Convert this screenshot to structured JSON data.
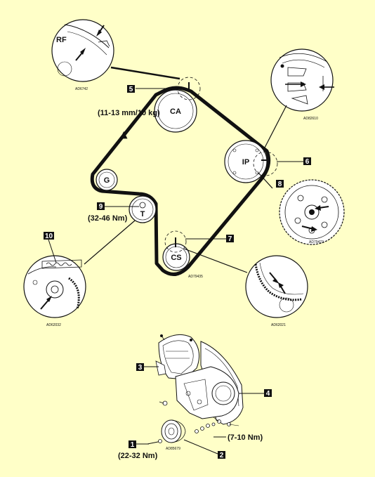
{
  "pulleys": {
    "camshaft": "CA",
    "injection_pump": "IP",
    "idler": "G",
    "tensioner": "T",
    "crankshaft": "CS"
  },
  "callouts": {
    "c1": "1",
    "c2": "2",
    "c3": "3",
    "c4": "4",
    "c5": "5",
    "c6": "6",
    "c7": "7",
    "c8": "8",
    "c9": "9",
    "c10": "10"
  },
  "torques": {
    "belt_deflection": "(11-13 mm/10 kg)",
    "tensioner_bolt": "(32-46 Nm)",
    "crank_bolt": "(22-32 Nm)",
    "cover_bolts": "(7-10 Nm)"
  },
  "marks": {
    "rf": "RF"
  },
  "codes": {
    "detail_camshaft": "AD6742",
    "detail_injection_pump": "AD82610",
    "detail_pump_gear": "AD79423",
    "detail_tensioner": "AD62032",
    "detail_crankshaft": "AD62021",
    "belt_layout": "AD79435",
    "cover_assembly": "AD85679"
  },
  "colors": {
    "background": "#ffffc8",
    "ink": "#111111"
  }
}
